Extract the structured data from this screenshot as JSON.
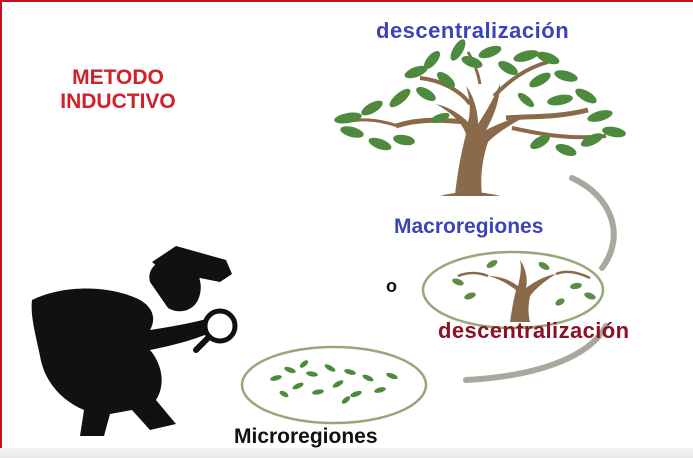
{
  "title": "METODO INDUCTIVO",
  "labels": {
    "top": "descentralización",
    "macro": "Macroregiones",
    "connector": "o",
    "middle": "descentralización",
    "micro": "Microregiones"
  },
  "colors": {
    "frame": "#c0141c",
    "title": "#d1202a",
    "blue_label": "#3b44b8",
    "dark_red_label": "#8a1224",
    "trunk": "#8a6a4a",
    "leaf": "#4e8a3e",
    "arrow": "#a8a8a0"
  }
}
